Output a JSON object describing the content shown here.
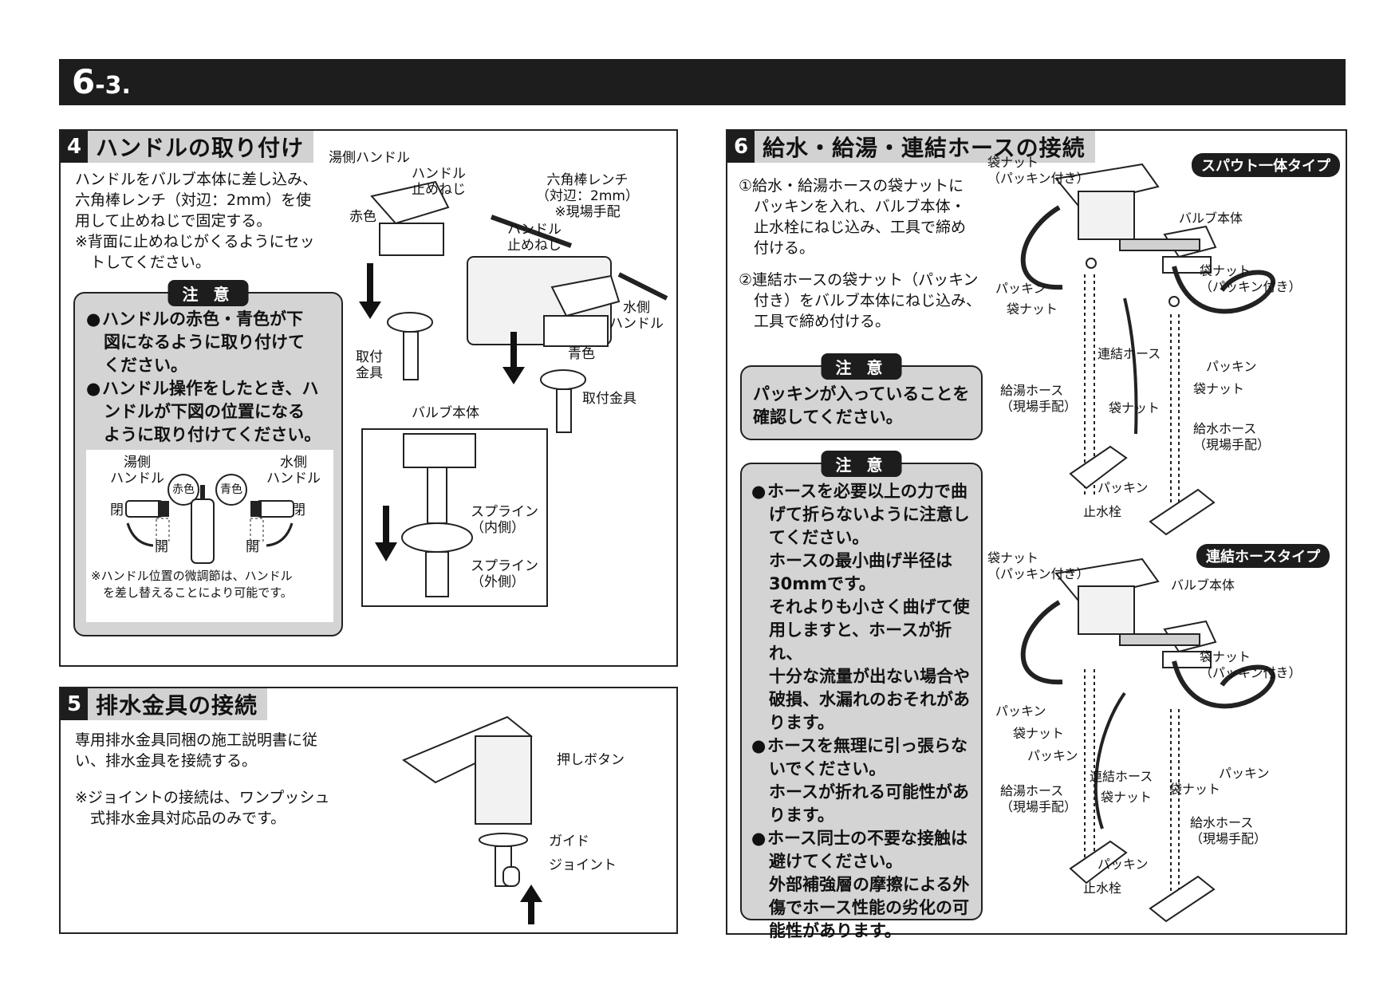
{
  "header": {
    "num_big": "6",
    "num_small": "-3."
  },
  "sec4": {
    "num": "4",
    "title": "ハンドルの取り付け",
    "body": [
      "ハンドルをバルブ本体に差し込み、",
      "六角棒レンチ（対辺：2mm）を使",
      "用して止めねじで固定する。",
      "※背面に止めねじがくるようにセッ",
      "　トしてください。"
    ],
    "caution_label": "注 意",
    "caution": [
      {
        "bullet": "●",
        "lines": [
          "ハンドルの赤色・青色が下",
          "図になるように取り付けて",
          "ください。"
        ]
      },
      {
        "bullet": "●",
        "lines": [
          "ハンドル操作をしたとき、ハ",
          "ンドルが下図の位置になる",
          "ように取り付けてください。"
        ]
      }
    ],
    "diagram": {
      "hot_handle": [
        "湯側",
        "ハンドル"
      ],
      "cold_handle": [
        "水側",
        "ハンドル"
      ],
      "red": "赤色",
      "blue": "青色",
      "closed": "閉",
      "open": "開",
      "note": [
        "※ハンドル位置の微調節は、ハンドル",
        "　を差し替えることにより可能です。"
      ]
    },
    "labels": {
      "yu_handle": "湯側ハンドル",
      "stop_screw": [
        "ハンドル",
        "止めねじ"
      ],
      "wrench": [
        "六角棒レンチ",
        "（対辺：2mm）",
        "※現場手配"
      ],
      "stop_screw2": [
        "ハンドル",
        "止めねじ"
      ],
      "red": "赤色",
      "mizu_handle": [
        "水側",
        "ハンドル"
      ],
      "blue": "青色",
      "fitting": [
        "取付",
        "金具"
      ],
      "fitting2": "取付金具",
      "valve": "バルブ本体",
      "spline_in": [
        "スプライン",
        "（内側）"
      ],
      "spline_out": [
        "スプライン",
        "（外側）"
      ]
    }
  },
  "sec5": {
    "num": "5",
    "title": "排水金具の接続",
    "body": [
      "専用排水金具同梱の施工説明書に従",
      "い、排水金具を接続する。"
    ],
    "note": [
      "※ジョイントの接続は、ワンプッシュ",
      "　式排水金具対応品のみです。"
    ],
    "labels": {
      "button": "押しボタン",
      "guide": "ガイド",
      "joint": "ジョイント"
    }
  },
  "sec6": {
    "num": "6",
    "title": "給水・給湯・連結ホースの接続",
    "steps": [
      [
        "①給水・給湯ホースの袋ナットに",
        "　パッキンを入れ、バルブ本体・",
        "　止水栓にねじ込み、工具で締め",
        "　付ける。"
      ],
      [
        "②連結ホースの袋ナット（パッキン",
        "　付き）をバルブ本体にねじ込み、",
        "　工具で締め付ける。"
      ]
    ],
    "caution1_label": "注 意",
    "caution1": [
      "パッキンが入っていることを",
      "確認してください。"
    ],
    "caution2_label": "注 意",
    "caution2": [
      {
        "bullet": "●",
        "lines": [
          "ホースを必要以上の力で曲",
          "げて折らないように注意し",
          "てください。",
          "ホースの最小曲げ半径は",
          "30mmです。",
          "それよりも小さく曲げて使",
          "用しますと、ホースが折れ、",
          "十分な流量が出ない場合や",
          "破損、水漏れのおそれがあ",
          "ります。"
        ]
      },
      {
        "bullet": "●",
        "lines": [
          "ホースを無理に引っ張らな",
          "いでください。",
          "ホースが折れる可能性があ",
          "ります。"
        ]
      },
      {
        "bullet": "●",
        "lines": [
          "ホース同士の不要な接触は",
          "避けてください。",
          "外部補強層の摩擦による外",
          "傷でホース性能の劣化の可",
          "能性があります。"
        ]
      }
    ],
    "type1": "スパウト一体タイプ",
    "type2": "連結ホースタイプ",
    "labels1": {
      "nut_pk": [
        "袋ナット",
        "（パッキン付き）"
      ],
      "valve": "バルブ本体",
      "nut_pk2": [
        "袋ナット",
        "（パッキン付き）"
      ],
      "packing": "パッキン",
      "nut": "袋ナット",
      "link_hose": "連結ホース",
      "packing2": "パッキン",
      "nut2": "袋ナット",
      "hot_hose": [
        "給湯ホース",
        "（現場手配）"
      ],
      "nut3": "袋ナット",
      "cold_hose": [
        "給水ホース",
        "（現場手配）"
      ],
      "packing3": "パッキン",
      "stop": "止水栓"
    },
    "labels2": {
      "nut_pk": [
        "袋ナット",
        "（パッキン付き）"
      ],
      "valve": "バルブ本体",
      "nut_pk2": [
        "袋ナット",
        "（パッキン付き）"
      ],
      "packing": "パッキン",
      "nut": "袋ナット",
      "packing2": "パッキン",
      "link_hose": "連結ホース",
      "packing3": "パッキン",
      "nut2": "袋ナット",
      "hot_hose": [
        "給湯ホース",
        "（現場手配）"
      ],
      "nut3": "袋ナット",
      "cold_hose": [
        "給水ホース",
        "（現場手配）"
      ],
      "packing4": "パッキン",
      "stop": "止水栓"
    }
  }
}
